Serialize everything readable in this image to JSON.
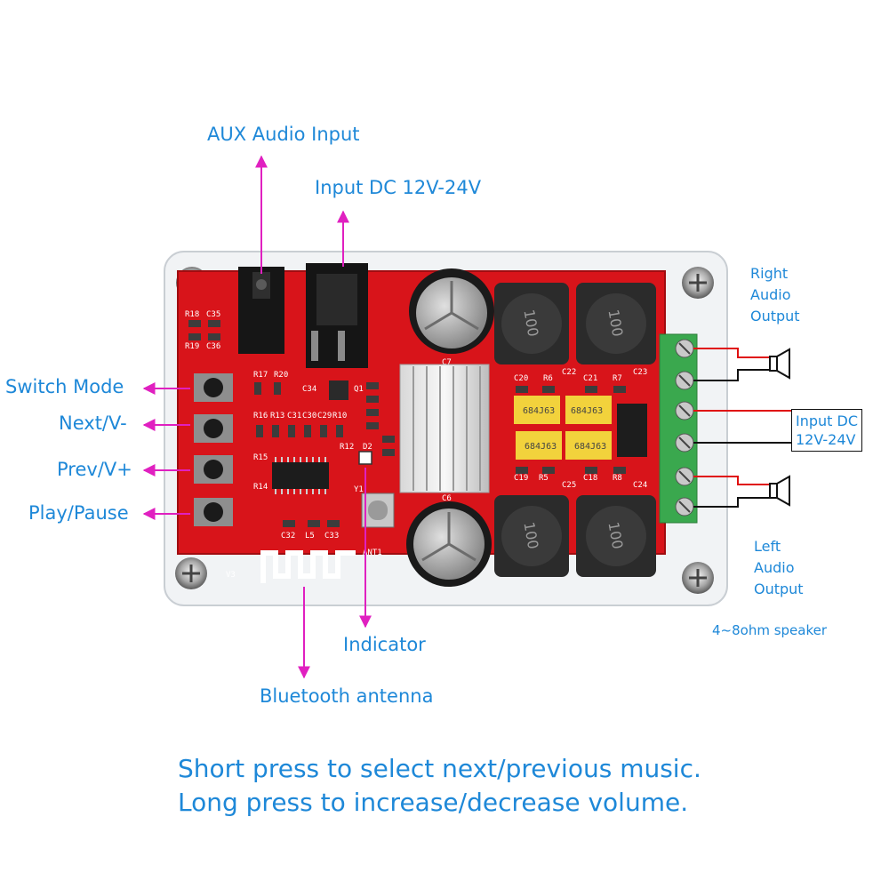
{
  "labels": {
    "aux_input": "AUX Audio Input",
    "dc_input": "Input DC 12V-24V",
    "right_output": [
      "Right",
      "Audio",
      "Output"
    ],
    "left_output": [
      "Left",
      "Audio",
      "Output"
    ],
    "input_dc_box": [
      "Input DC",
      "12V-24V"
    ],
    "speaker_spec": "4~8ohm speaker",
    "switch_mode": "Switch Mode",
    "next_vol_down": "Next/V-",
    "prev_vol_up": "Prev/V+",
    "play_pause": "Play/Pause",
    "indicator": "Indicator",
    "bluetooth_antenna": "Bluetooth antenna"
  },
  "board_markings": {
    "silkscreen": [
      "R18",
      "C35",
      "R19",
      "C36",
      "R17",
      "R20",
      "C34",
      "R16",
      "R13",
      "C31",
      "C30",
      "C29",
      "R10",
      "R15",
      "R14",
      "R12",
      "D2",
      "C32",
      "L5",
      "C33",
      "C7",
      "C6",
      "C20",
      "R6",
      "C22",
      "C21",
      "R7",
      "C23",
      "C19",
      "R5",
      "C25",
      "C18",
      "R8",
      "C24",
      "Q1",
      "Y1",
      "V3",
      "ANT1"
    ],
    "capacitor_text": "684J63",
    "inductor_text": "100"
  },
  "caption": {
    "line1": "Short press to select next/previous music.",
    "line2": "Long press to increase/decrease volume."
  },
  "colors": {
    "label_text": "#1e88d8",
    "pointer_arrow": "#e020c0",
    "pcb_red": "#d8141a",
    "terminal_green": "#3aa84e",
    "capacitor_yellow": "#f2d23c",
    "wire_red": "#e01010"
  }
}
